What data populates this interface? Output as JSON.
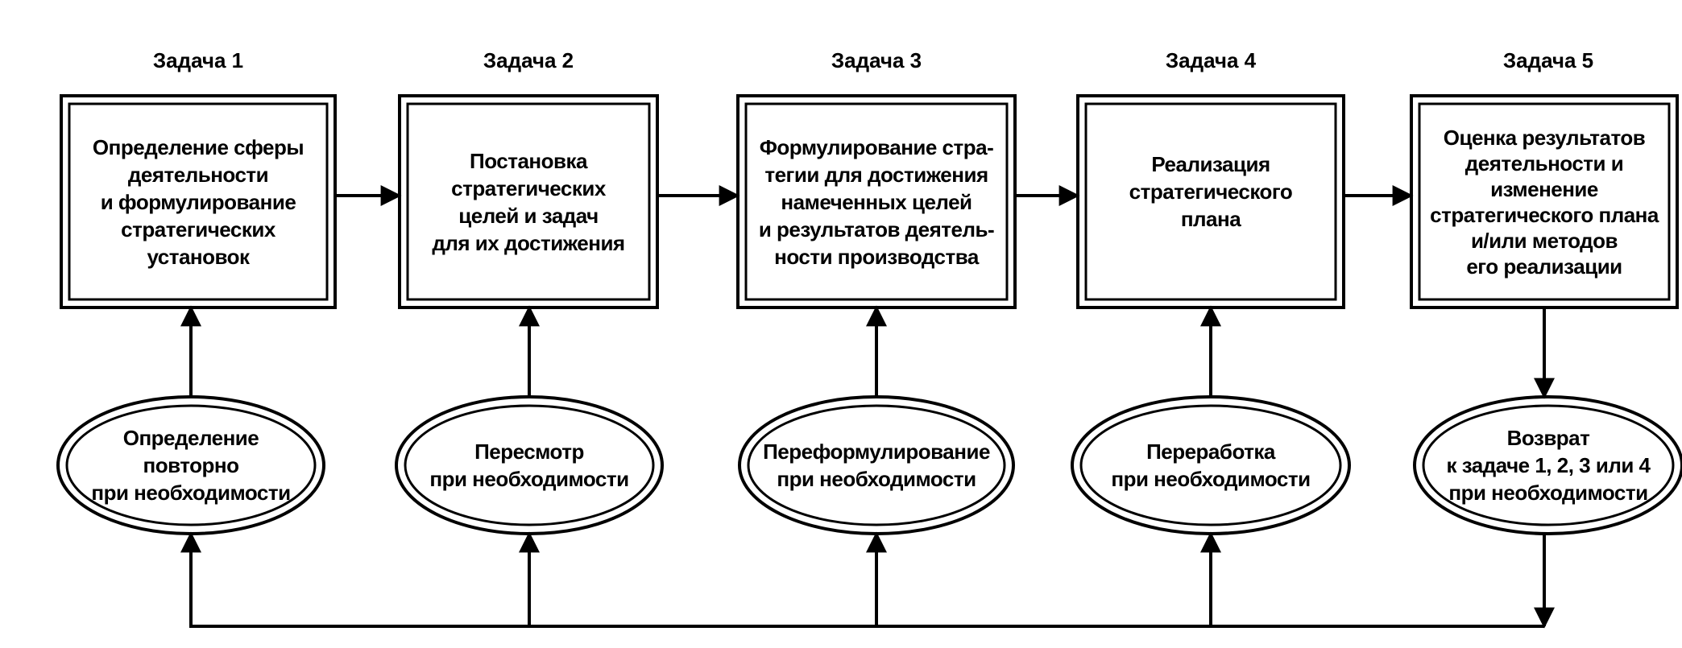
{
  "tasks": [
    {
      "title": "Задача 1",
      "box": "Определение сферы\nдеятельности\nи формулирование\nстратегических\nустановок",
      "oval": "Определение\nповторно\nпри необходимости"
    },
    {
      "title": "Задача 2",
      "box": "Постановка\nстратегических\nцелей и задач\nдля их достижения",
      "oval": "Пересмотр\nпри необходимости"
    },
    {
      "title": "Задача 3",
      "box": "Формулирование стра-\nтегии для достижения\nнамеченных целей\nи результатов деятель-\nности производства",
      "oval": "Переформулирование\nпри необходимости"
    },
    {
      "title": "Задача 4",
      "box": "Реализация\nстратегического\nплана",
      "oval": "Переработка\nпри необходимости"
    },
    {
      "title": "Задача 5",
      "box": "Оценка результатов\nдеятельности и\nизменение\nстратегического плана\nи/или методов\nего реализации",
      "oval": "Возврат\nк задаче 1, 2, 3 или 4\nпри необходимости"
    }
  ]
}
